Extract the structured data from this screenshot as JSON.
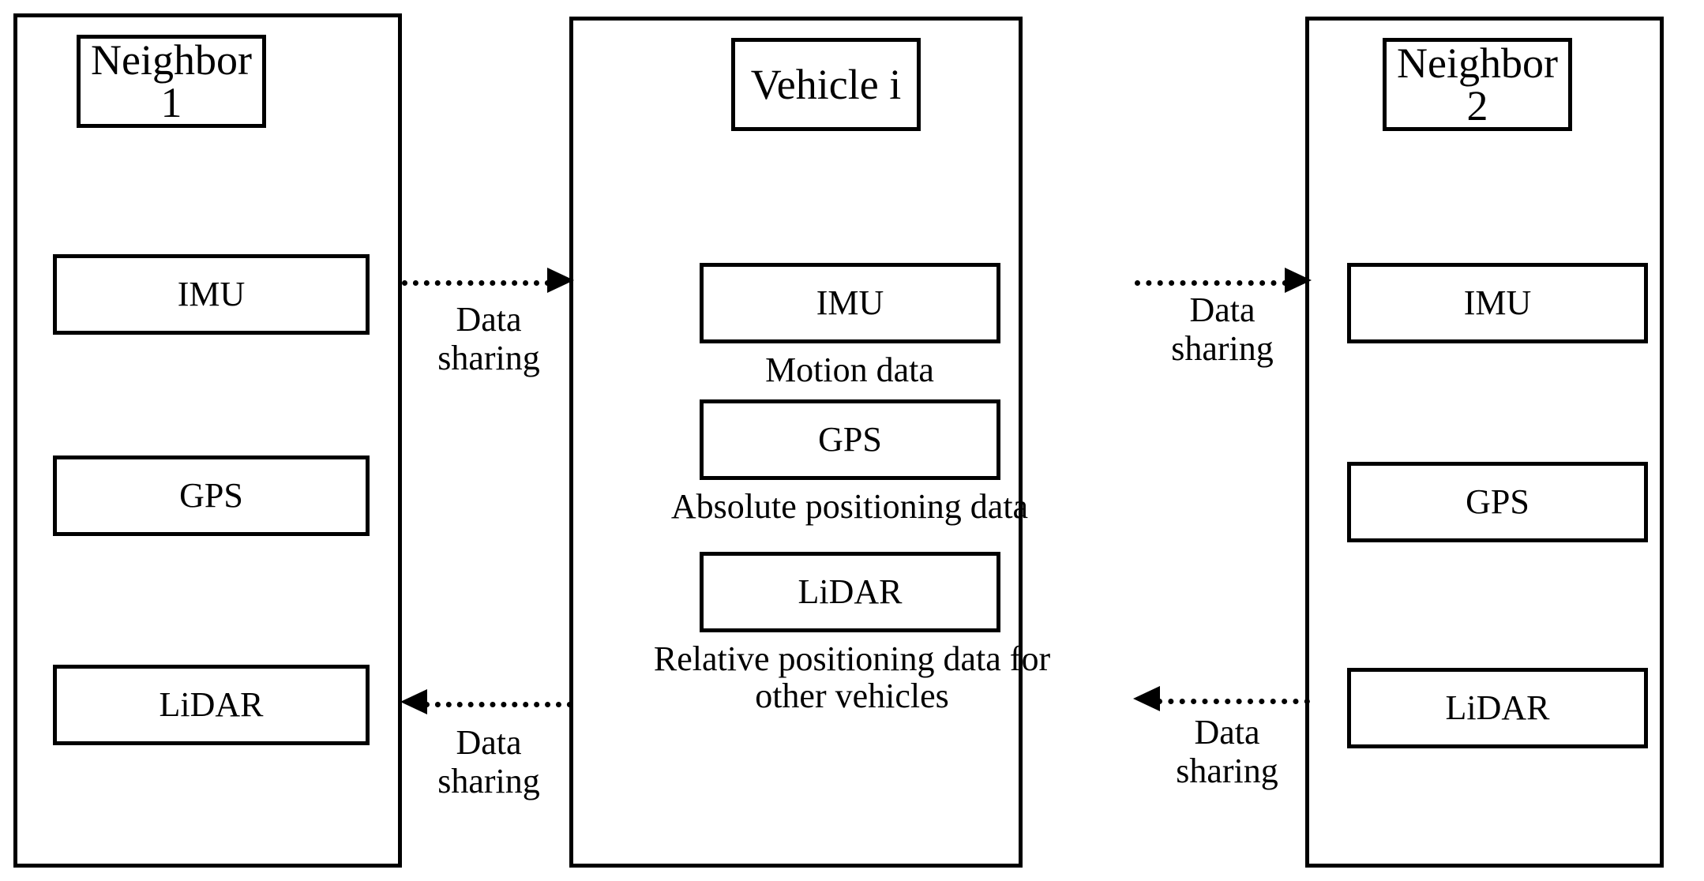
{
  "diagram": {
    "title": "Cooperative vehicle sensor data sharing",
    "background_color": "#ffffff",
    "line_color": "#000000"
  },
  "columns": [
    {
      "id": "neighbor1",
      "title": "Neighbor 1",
      "sensors": [
        {
          "label": "IMU",
          "caption": ""
        },
        {
          "label": "GPS",
          "caption": ""
        },
        {
          "label": "LiDAR",
          "caption": ""
        }
      ]
    },
    {
      "id": "vehicle",
      "title": "Vehicle i",
      "sensors": [
        {
          "label": "IMU",
          "caption": "Motion data"
        },
        {
          "label": "GPS",
          "caption": "Absolute positioning data"
        },
        {
          "label": "LiDAR",
          "caption": "Relative positioning data for\nother vehicles"
        }
      ]
    },
    {
      "id": "neighbor2",
      "title": "Neighbor 2",
      "sensors": [
        {
          "label": "IMU",
          "caption": ""
        },
        {
          "label": "GPS",
          "caption": ""
        },
        {
          "label": "LiDAR",
          "caption": ""
        }
      ]
    }
  ],
  "arrows": [
    {
      "id": "neighbor1-to-vehicle",
      "label": "Data\nsharing",
      "direction": "right",
      "style": "dotted",
      "from": "neighbor1",
      "to": "vehicle"
    },
    {
      "id": "vehicle-to-neighbor1",
      "label": "Data\nsharing",
      "direction": "left",
      "style": "dotted",
      "from": "vehicle",
      "to": "neighbor1"
    },
    {
      "id": "vehicle-to-neighbor2",
      "label": "Data\nsharing",
      "direction": "right",
      "style": "dotted",
      "from": "vehicle",
      "to": "neighbor2"
    },
    {
      "id": "neighbor2-to-vehicle",
      "label": "Data\nsharing",
      "direction": "left",
      "style": "dotted",
      "from": "neighbor2",
      "to": "vehicle"
    }
  ]
}
